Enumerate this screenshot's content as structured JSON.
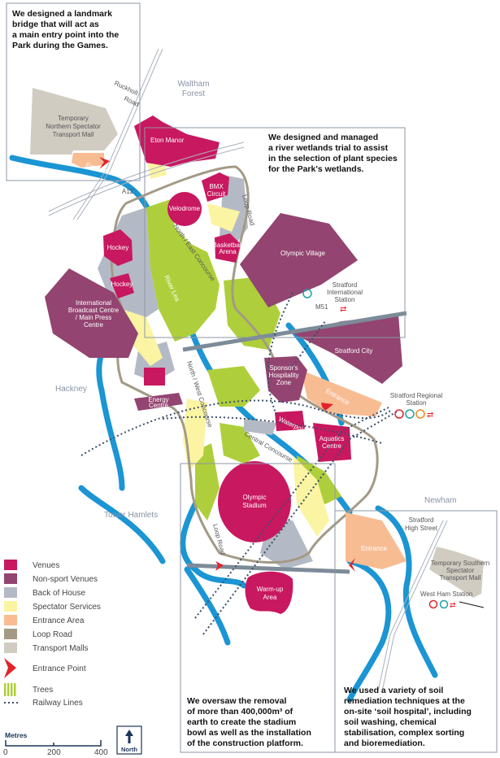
{
  "callouts": {
    "bridge": [
      "We designed a landmark",
      "bridge that will act as",
      "a main entry point into the",
      "Park during the Games."
    ],
    "wetlands": [
      "We designed and managed",
      "a river wetlands trial to assist",
      "in the selection of plant species",
      "for the Park's wetlands."
    ],
    "stadium": [
      "We oversaw the removal",
      "of more than 400,000m³ of",
      "earth to create the stadium",
      "bowl as well as the installation",
      "of the construction platform."
    ],
    "soil": [
      "We used a variety of soil",
      "remediation techniques at the",
      "on-site ‘soil hospital’, including",
      "soil washing, chemical",
      "stabilisation, complex sorting",
      "and bioremediation."
    ]
  },
  "boroughs": {
    "waltham_forest": [
      "Waltham",
      "Forest"
    ],
    "hackney": "Hackney",
    "tower_hamlets": "Tower Hamlets",
    "newham": "Newham"
  },
  "roads": {
    "ruckholt": [
      "Ruckholt",
      "Road"
    ],
    "a12": "A12",
    "loop_road": "Loop Road",
    "loop_road_south": "Loop Road",
    "m51": "M51",
    "stratford_high_street": [
      "Stratford",
      "High Street"
    ]
  },
  "concourses": {
    "north_east": "North / East Concourse",
    "north_west": "North / West Concourse",
    "central": "Central Concourse",
    "river_lea": "River Lea"
  },
  "venues": {
    "northern_mall": [
      "Temporary",
      "Northern Spectator",
      "Transport Mall"
    ],
    "eton_manor": "Eton Manor",
    "bmx": [
      "BMX",
      "Circuit"
    ],
    "velodrome": "Velodrome",
    "hockey1": "Hockey",
    "hockey2": "Hockey",
    "basketball": [
      "Basketball",
      "Arena"
    ],
    "olympic_village": "Olympic Village",
    "ibc": [
      "International",
      "Broadcast Centre",
      "/ Main Press",
      "Centre"
    ],
    "stratford_city": "Stratford City",
    "sponsors": [
      "Sponsor's",
      "Hospitality",
      "Zone"
    ],
    "energy": [
      "Energy",
      "Centre"
    ],
    "waterpolo": "Waterpolo",
    "aquatics": [
      "Aquatics",
      "Centre"
    ],
    "stadium": [
      "Olympic",
      "Stadium"
    ],
    "warmup": [
      "Warm-up",
      "Area"
    ],
    "southern_mall": [
      "Temporary Southern",
      "Spectator",
      "Transport Mall"
    ],
    "entrance_north": "Entrance",
    "entrance_east": "Entrance",
    "entrance_south": "Entrance"
  },
  "stations": {
    "stratford_international": [
      "Stratford",
      "International",
      "Station"
    ],
    "stratford_regional": [
      "Stratford Regional",
      "Station"
    ],
    "west_ham": "West Ham Station"
  },
  "legend": [
    {
      "label": "Venues",
      "color": "#c8185f"
    },
    {
      "label": "Non-sport Venues",
      "color": "#934470"
    },
    {
      "label": "Back of House",
      "color": "#b4bac5"
    },
    {
      "label": "Spectator Services",
      "color": "#fbf4a2"
    },
    {
      "label": "Entrance Area",
      "color": "#f8bc93"
    },
    {
      "label": "Loop Road",
      "color": "#a39a86"
    },
    {
      "label": "Transport Malls",
      "color": "#d1ccc2"
    },
    {
      "label": "Entrance Point",
      "color": "#e3232b"
    },
    {
      "label": "Trees",
      "color": "#aecf3b"
    },
    {
      "label": "Railway Lines",
      "color": "#3d4f6b"
    }
  ],
  "scale": {
    "title": "Metres",
    "ticks": [
      "0",
      "200",
      "400"
    ]
  },
  "north": "North",
  "colors": {
    "river": "#1b95d3",
    "green": "#aecf3b",
    "venue": "#c8185f",
    "nonsport": "#934470",
    "boh": "#b4bac5",
    "spectator": "#fbf4a2",
    "entrance": "#f8bc93",
    "loop": "#a39a86",
    "mall": "#d1ccc2"
  }
}
